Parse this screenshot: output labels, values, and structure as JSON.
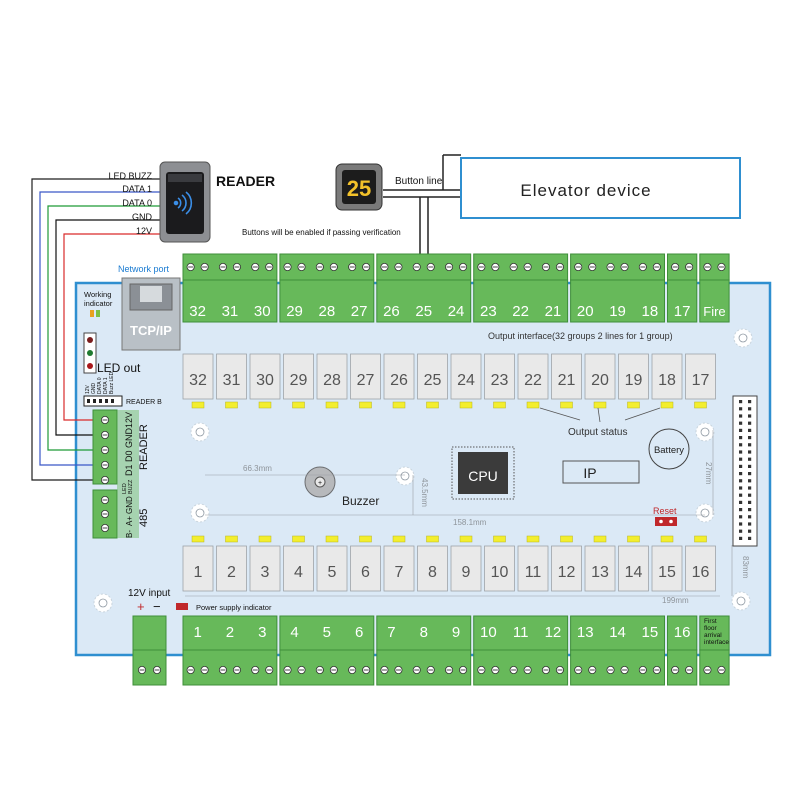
{
  "reader_wires": {
    "labels": [
      "LED BUZZ",
      "DATA 1",
      "DATA 0",
      "GND",
      "12V"
    ],
    "colors": [
      "#1f1f1f",
      "#3a57c8",
      "#1e9a36",
      "#111111",
      "#d92b2b"
    ]
  },
  "reader": {
    "title": "READER"
  },
  "button": {
    "floor": "25",
    "line_label": "Button line",
    "note": "Buttons will be enabled if passing verification"
  },
  "elevator": {
    "title": "Elevator device"
  },
  "network": {
    "label": "Network port",
    "port_text": "TCP/IP"
  },
  "indicators": {
    "working": [
      "Working",
      "indicator"
    ],
    "led_out": "LED out"
  },
  "reader_b": {
    "label": "READER B",
    "pins": [
      "12V",
      "GND",
      "DATA 0",
      "DATA 1",
      "Buzz LED"
    ]
  },
  "reader_terminal": {
    "label": "READER",
    "pins": [
      "12V",
      "GND",
      "D0",
      "D1"
    ],
    "led_pins": [
      "LED",
      "BUZZ"
    ]
  },
  "rs485": {
    "label": "485",
    "pins": [
      "GND",
      "A+",
      "B-"
    ]
  },
  "top_terminals": {
    "labels": [
      "32",
      "31",
      "30",
      "29",
      "28",
      "27",
      "26",
      "25",
      "24",
      "23",
      "22",
      "21",
      "20",
      "19",
      "18",
      "17",
      "Fire"
    ]
  },
  "output_interface": {
    "text": "Output interface(32 groups  2 lines for 1 group)"
  },
  "relays_top": {
    "labels": [
      "32",
      "31",
      "30",
      "29",
      "28",
      "27",
      "26",
      "25",
      "24",
      "23",
      "22",
      "21",
      "20",
      "19",
      "18",
      "17"
    ]
  },
  "relays_bottom": {
    "labels": [
      "1",
      "2",
      "3",
      "4",
      "5",
      "6",
      "7",
      "8",
      "9",
      "10",
      "11",
      "12",
      "13",
      "14",
      "15",
      "16"
    ]
  },
  "output_status": "Output status",
  "battery": "Battery",
  "cpu": "CPU",
  "ip": "IP",
  "buzzer": "Buzzer",
  "reset": "Reset",
  "dimensions": {
    "d1": "66.3mm",
    "d2": "43.5mm",
    "d3": "158.1mm",
    "d4": "27mm",
    "d5": "199mm",
    "d6": "83mm"
  },
  "power": {
    "label": "12V input",
    "plus": "+",
    "minus": "−",
    "indicator": "Power supply indicator"
  },
  "bottom_terminals": {
    "labels": [
      "1",
      "2",
      "3",
      "4",
      "5",
      "6",
      "7",
      "8",
      "9",
      "10",
      "11",
      "12",
      "13",
      "14",
      "15",
      "16"
    ],
    "first_floor": [
      "First",
      "floor",
      "arrival",
      "interface"
    ]
  },
  "colors": {
    "board": "#dbe9f6",
    "board_border": "#2f8fd0",
    "terminal": "#67b95a",
    "terminal_dark": "#3f8e3a",
    "relay": "#e9e9e9",
    "led_yellow": "#f3ee2e",
    "reset_red": "#c0282b"
  }
}
